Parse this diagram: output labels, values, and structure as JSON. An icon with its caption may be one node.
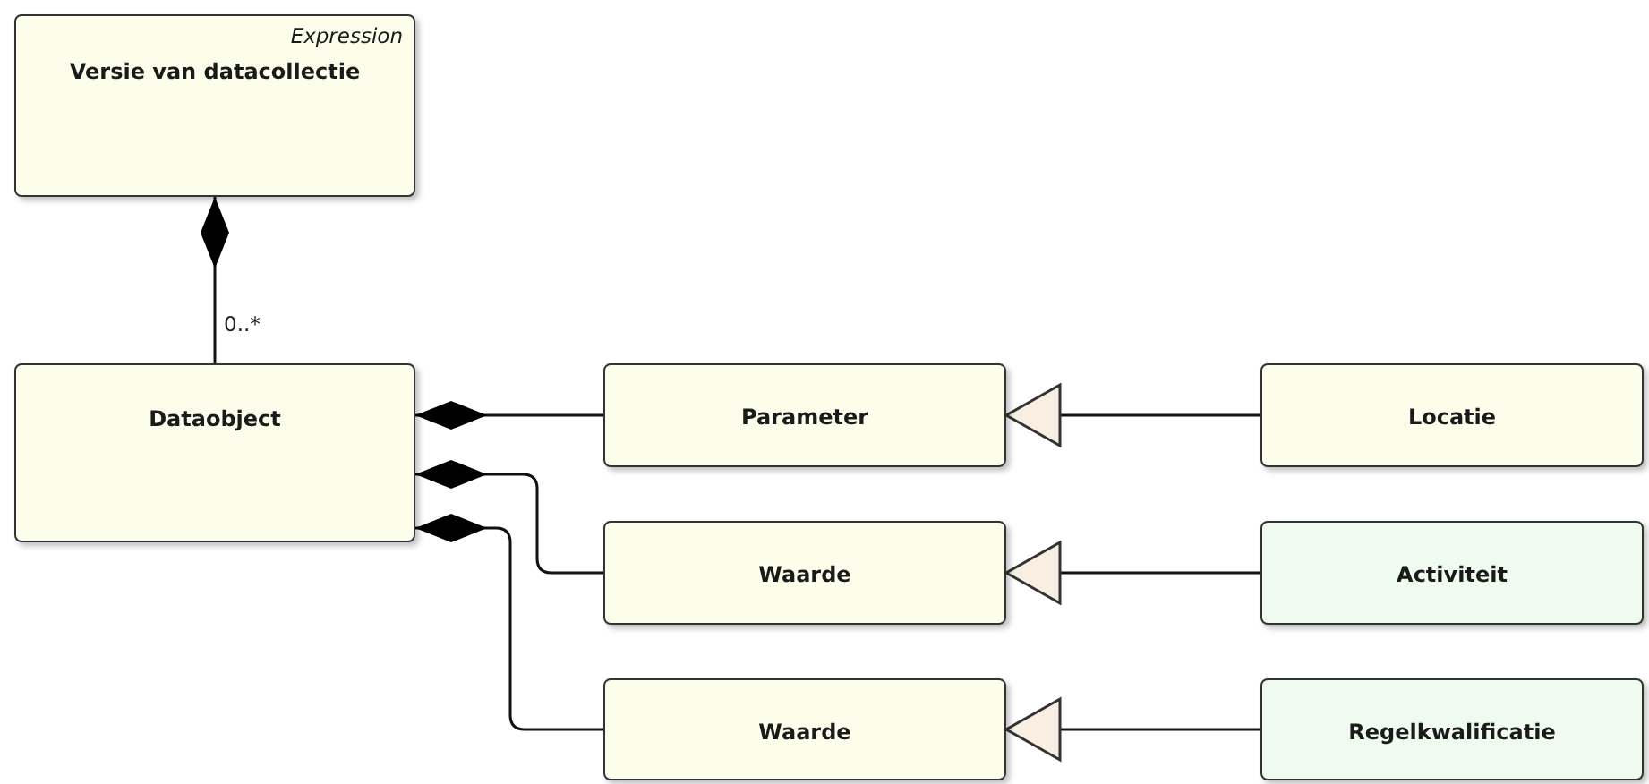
{
  "diagram": {
    "nodes": [
      {
        "text": [
          "Expression",
          "Versie van datacollectie"
        ]
      },
      {
        "text": [
          "Dataobject"
        ]
      },
      {
        "text": [
          "Parameter"
        ]
      },
      {
        "text": [
          "Waarde"
        ]
      },
      {
        "text": [
          "Waarde"
        ]
      },
      {
        "text": [
          "Locatie"
        ]
      },
      {
        "text": [
          "Activiteit"
        ]
      },
      {
        "text": [
          "Regelkwalificatie"
        ]
      }
    ],
    "edges": [
      {
        "from": 1,
        "to": 0,
        "arrow": "other",
        "label": "0..*"
      },
      {
        "from": 2,
        "to": 1,
        "arrow": "other"
      },
      {
        "from": 3,
        "to": 1,
        "arrow": "other"
      },
      {
        "from": 4,
        "to": 1,
        "arrow": "other"
      },
      {
        "from": 5,
        "to": 2,
        "arrow": "to"
      },
      {
        "from": 6,
        "to": 3,
        "arrow": "to"
      },
      {
        "from": 7,
        "to": 4,
        "arrow": "to"
      }
    ]
  }
}
